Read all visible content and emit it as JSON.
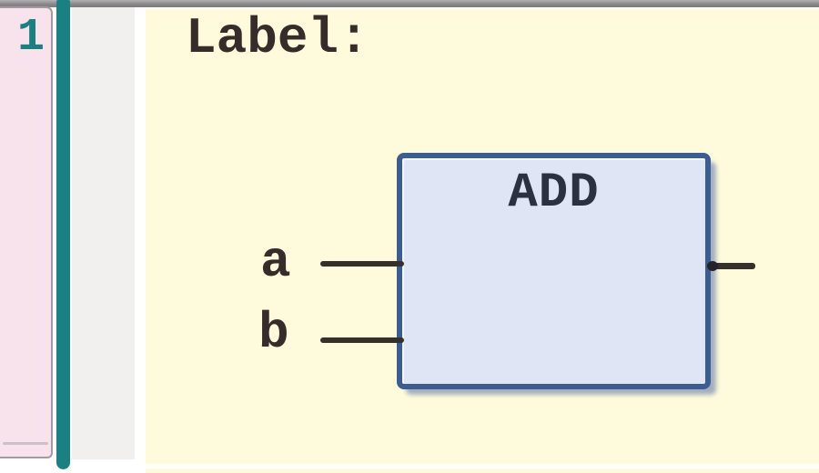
{
  "gutter": {
    "line_number": "1"
  },
  "network": {
    "label": "Label:",
    "block": {
      "name": "ADD",
      "inputs": [
        {
          "label": "a"
        },
        {
          "label": "b"
        }
      ]
    }
  },
  "colors": {
    "editor_background": "#fdfbdc",
    "gutter_background": "#f8e3ed",
    "gutter_border": "#a39aa0",
    "divider_teal": "#1a8081",
    "margin_column": "#f1f0ef",
    "top_bar_gray": "#8a8889",
    "block_fill": "#dfe5f4",
    "block_border": "#3d5c90",
    "block_shadow": "#697daa",
    "wire": "#35302b",
    "text": "#362d2b",
    "line_number_text": "#1c7f80"
  }
}
